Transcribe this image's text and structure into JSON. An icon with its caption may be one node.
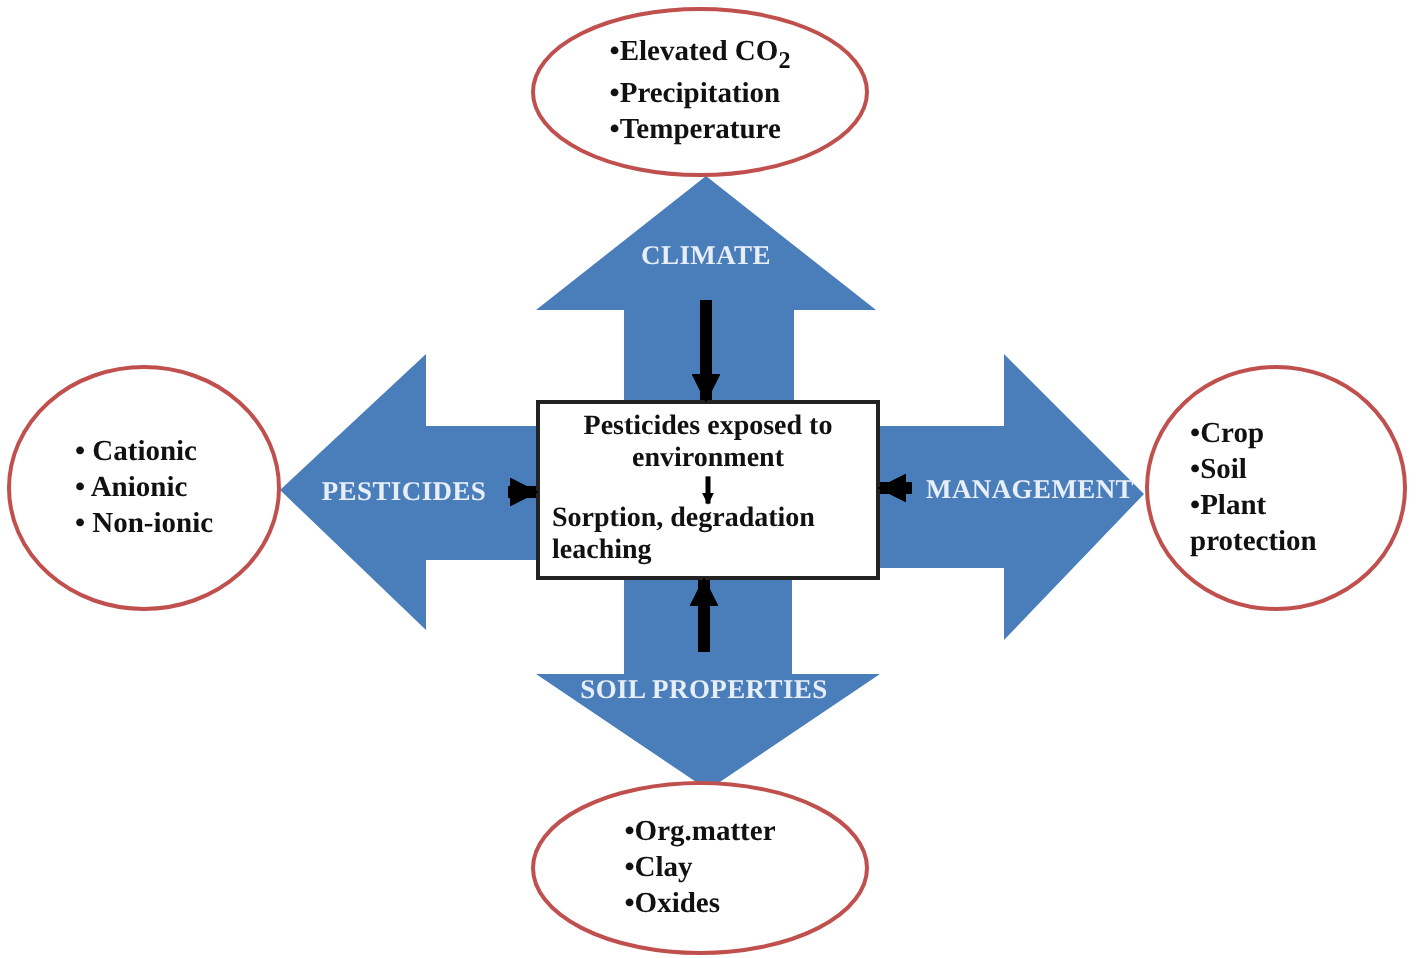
{
  "diagram": {
    "nodes": [
      {
        "text": [
          "•Elevated CO$_{2}$",
          "•Precipitation",
          "•Temperature"
        ]
      },
      {
        "text": [
          "CLIMATE"
        ]
      },
      {
        "text": [
          "• Cationic",
          "• Anionic",
          "• Non-ionic"
        ]
      },
      {
        "text": [
          "PESTICIDES"
        ]
      },
      {
        "text": [],
        "shape": "box"
      },
      {
        "text": [
          "Pesticides exposed to environment"
        ],
        "in": 4
      },
      {
        "text": [
          "Sorption, degradation leaching"
        ],
        "in": 4
      },
      {
        "text": [
          "MANAGEMENT"
        ]
      },
      {
        "text": [
          "•Crop",
          "•Soil",
          "•Plant protection"
        ]
      },
      {
        "text": [
          "SOIL PROPERTIES"
        ]
      },
      {
        "text": [
          "•Org.matter",
          "•Clay",
          "•Oxides"
        ]
      }
    ],
    "edges": [
      {
        "from": 1,
        "to": 4,
        "arrow": "to"
      },
      {
        "from": 3,
        "to": 4,
        "arrow": "to"
      },
      {
        "from": 5,
        "to": 6,
        "arrow": "to"
      },
      {
        "from": 7,
        "to": 4,
        "arrow": "to"
      },
      {
        "from": 9,
        "to": 4,
        "arrow": "to"
      }
    ]
  }
}
